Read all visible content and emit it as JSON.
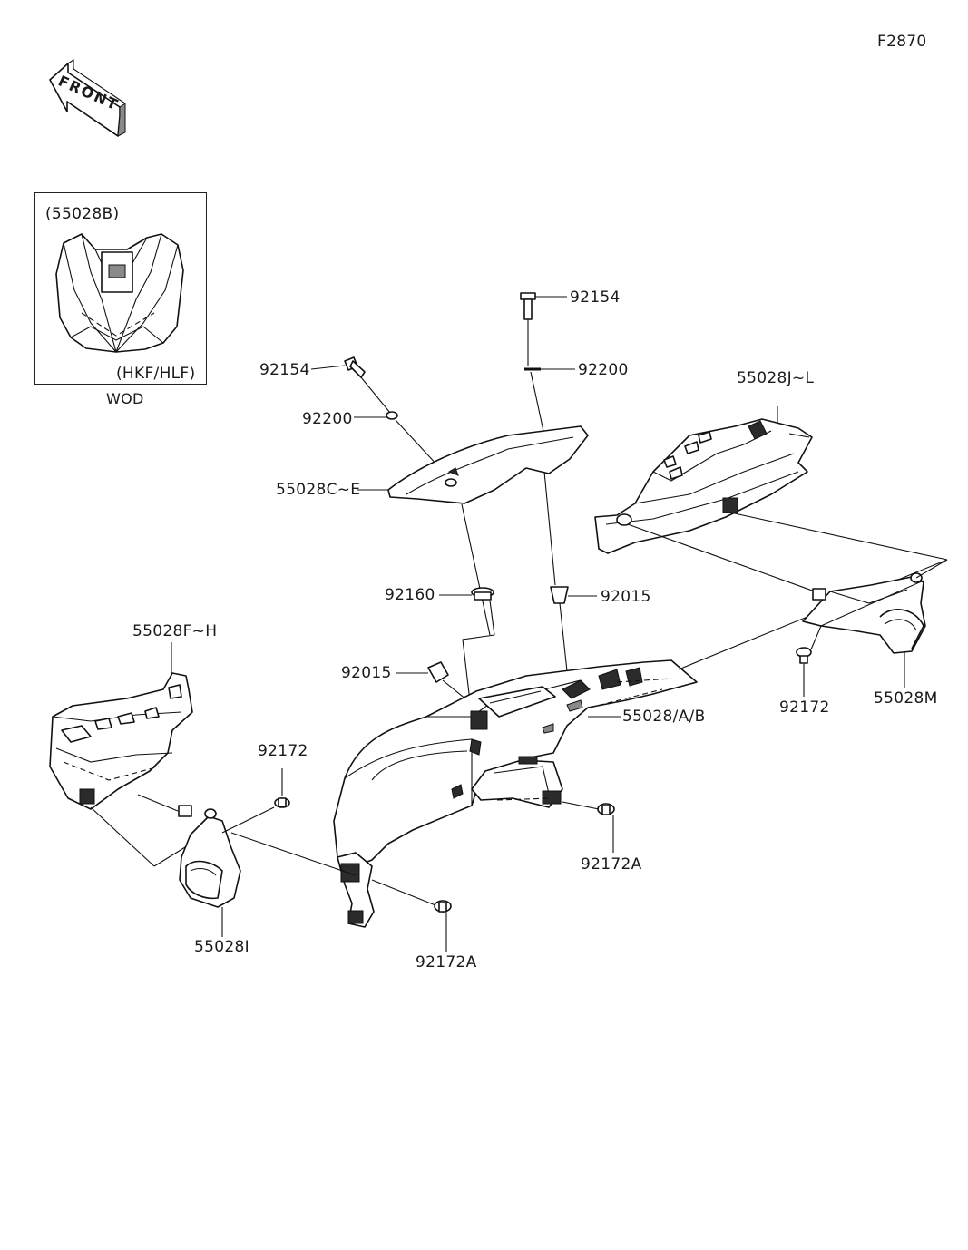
{
  "diagram_code": "F2870",
  "front_label": "FRONT",
  "inset": {
    "part": "(55028B)",
    "variant": "(HKF/HLF)",
    "caption": "WOD"
  },
  "callouts": {
    "c92154_top": "92154",
    "c92200_top": "92200",
    "c92154_left": "92154",
    "c92200_left": "92200",
    "c55028CE": "55028C~E",
    "c55028JL": "55028J~L",
    "c92160": "92160",
    "c92015_right": "92015",
    "c55028FH": "55028F~H",
    "c92015_left": "92015",
    "c55028AB": "55028/A/B",
    "c92172_right": "92172",
    "c55028M": "55028M",
    "c92172_left": "92172",
    "c92172A_right": "92172A",
    "c55028I": "55028I",
    "c92172A_bottom": "92172A"
  }
}
